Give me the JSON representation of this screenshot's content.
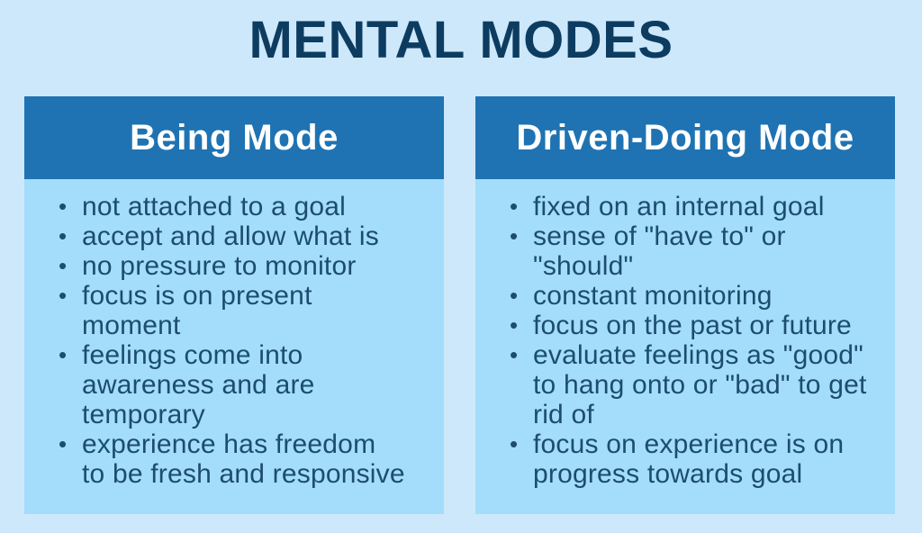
{
  "title": "MENTAL MODES",
  "bullet_glyph": "•",
  "colors": {
    "page_bg": "#cde8fb",
    "card_header_bg": "#1f73b2",
    "card_body_bg": "#a3ddfb",
    "title_color": "#0d3c61",
    "header_text_color": "#ffffff",
    "body_text_color": "#1d4d6c"
  },
  "columns": [
    {
      "header": "Being Mode",
      "items": [
        "not attached to a goal",
        "accept and allow what is",
        "no pressure to monitor",
        "focus is on present\nmoment",
        "feelings come into\nawareness and are\ntemporary",
        "experience has freedom\nto be fresh and responsive"
      ]
    },
    {
      "header": "Driven-Doing Mode",
      "items": [
        "fixed on an internal goal",
        "sense of \"have to\" or\n\"should\"",
        "constant monitoring",
        "focus on the past or future",
        "evaluate feelings as \"good\"\nto hang onto or \"bad\" to get\nrid of",
        "focus on experience is on\nprogress towards goal"
      ]
    }
  ]
}
